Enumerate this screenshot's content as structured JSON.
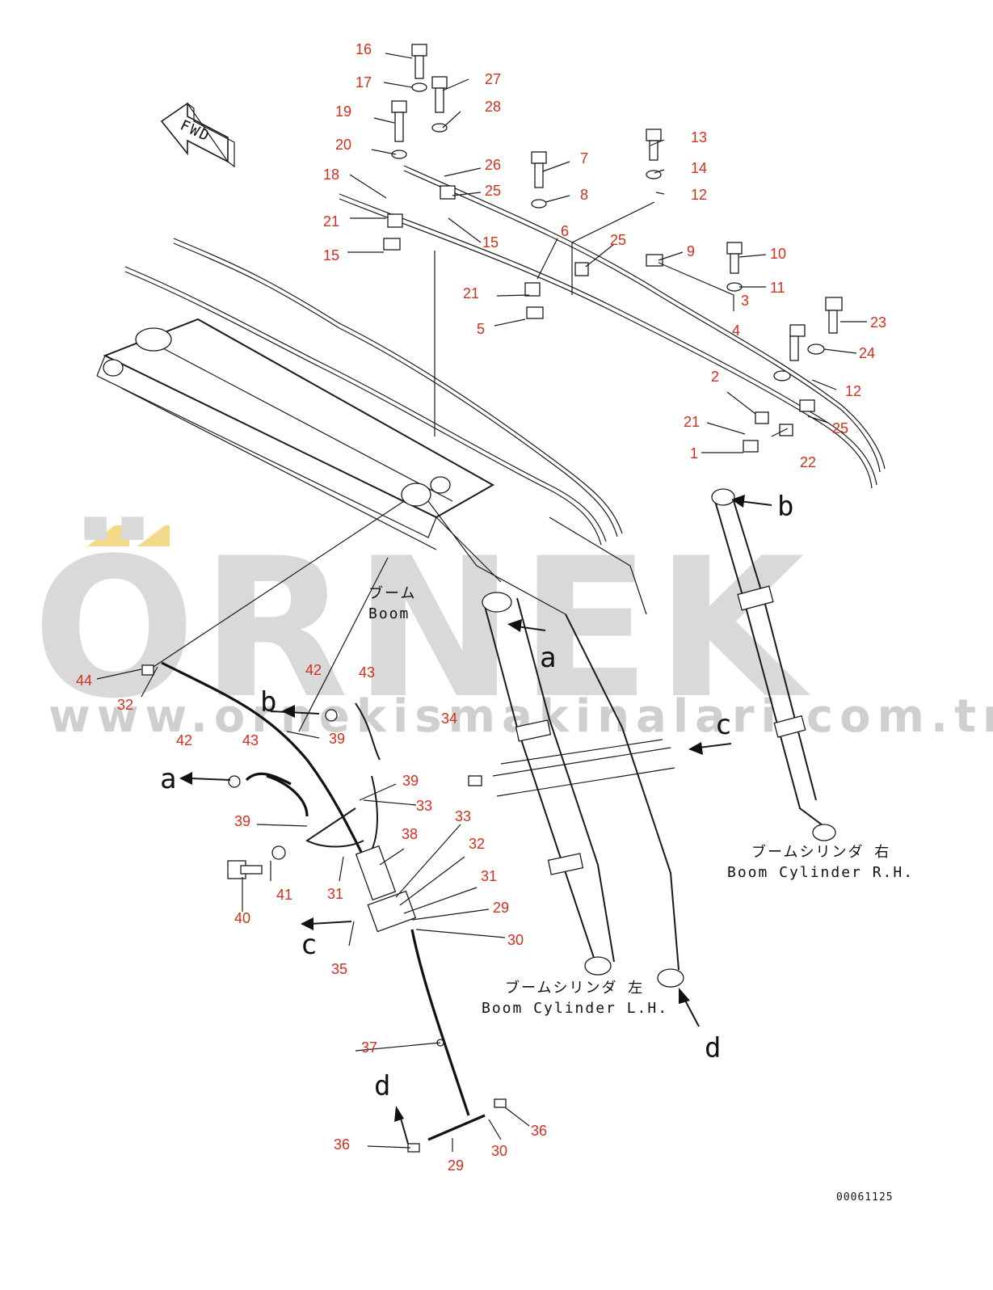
{
  "diagram": {
    "fwd_label": "FWD",
    "boom_jp": "ブーム",
    "boom_en": "Boom",
    "cyl_rh_jp": "ブームシリンダ 右",
    "cyl_rh_en": "Boom Cylinder R.H.",
    "cyl_lh_jp": "ブームシリンダ 左",
    "cyl_lh_en": "Boom Cylinder L.H.",
    "drawing_code": "00061125",
    "view_letters": {
      "a": "a",
      "b": "b",
      "c": "c",
      "d": "d"
    }
  },
  "watermark": {
    "brand": "ÖRNEK",
    "url": "www.ornekismakinalari.com.tr",
    "colors": {
      "brand": "#d9d9d9",
      "accent": "#f5d98a"
    }
  },
  "callouts": [
    "1",
    "2",
    "3",
    "4",
    "5",
    "6",
    "7",
    "8",
    "9",
    "10",
    "11",
    "12",
    "12",
    "13",
    "14",
    "15",
    "15",
    "16",
    "17",
    "18",
    "19",
    "20",
    "21",
    "21",
    "21",
    "21",
    "22",
    "23",
    "24",
    "25",
    "25",
    "25",
    "25",
    "26",
    "27",
    "28",
    "29",
    "29",
    "30",
    "30",
    "31",
    "31",
    "32",
    "32",
    "33",
    "33",
    "34",
    "35",
    "36",
    "36",
    "37",
    "38",
    "39",
    "39",
    "39",
    "40",
    "41",
    "42",
    "42",
    "43",
    "43",
    "44"
  ],
  "colors": {
    "callout": "#d32f1c",
    "line": "#1a1a1a"
  }
}
